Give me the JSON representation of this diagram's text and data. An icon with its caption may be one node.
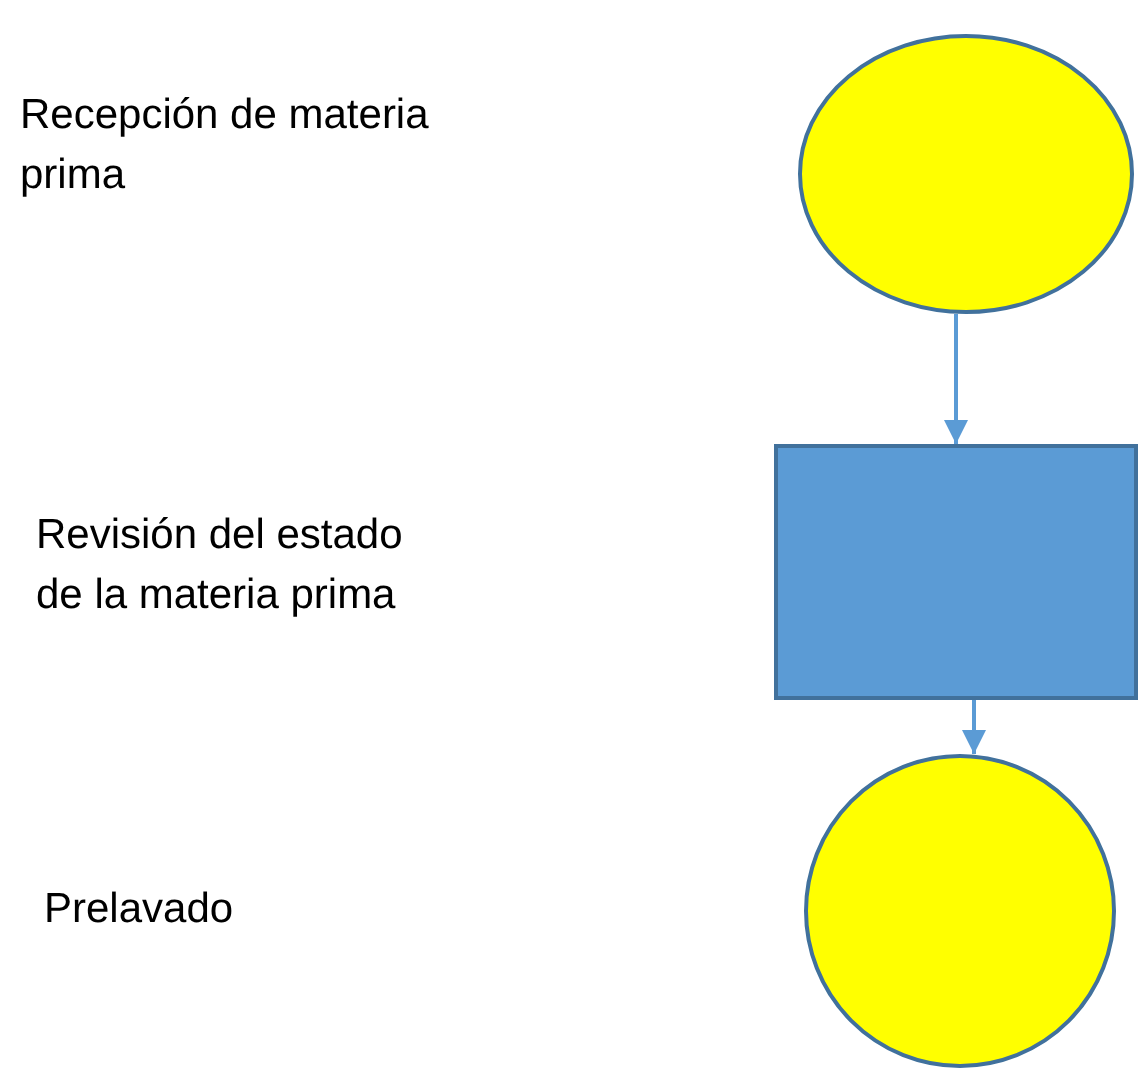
{
  "diagram": {
    "nodes": [
      {
        "text": [],
        "shape": "circle"
      },
      {
        "text": [],
        "shape": "box"
      },
      {
        "text": [],
        "shape": "circle"
      }
    ],
    "labels": [
      "Recepción de materia prima",
      "Revisión del estado de la materia prima",
      "Prelavado"
    ],
    "edges": [
      {
        "from": 0,
        "to": 1,
        "arrow": "to"
      },
      {
        "from": 1,
        "to": 2,
        "arrow": "to"
      }
    ]
  }
}
